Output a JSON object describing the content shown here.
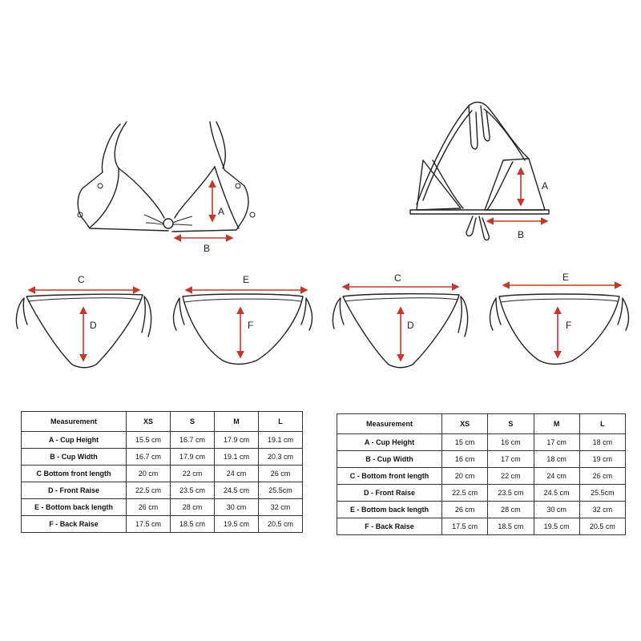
{
  "letters": {
    "A": "A",
    "B": "B",
    "C": "C",
    "D": "D",
    "E": "E",
    "F": "F"
  },
  "left_table": {
    "headers": [
      "Measurement",
      "XS",
      "S",
      "M",
      "L"
    ],
    "rows": [
      {
        "label": "A - Cup Height",
        "values": [
          "15.5 cm",
          "16.7 cm",
          "17.9 cm",
          "19.1 cm"
        ]
      },
      {
        "label": "B - Cup Width",
        "values": [
          "16.7 cm",
          "17.9 cm",
          "19.1 cm",
          "20.3 cm"
        ]
      },
      {
        "label": "C   Bottom front length",
        "values": [
          "20 cm",
          "22 cm",
          "24 cm",
          "26 cm"
        ]
      },
      {
        "label": "D - Front Raise",
        "values": [
          "22.5 cm",
          "23.5 cm",
          "24.5 cm",
          "25.5cm"
        ]
      },
      {
        "label": "E - Bottom back length",
        "values": [
          "26 cm",
          "28 cm",
          "30 cm",
          "32 cm"
        ]
      },
      {
        "label": "F -  Back Raise",
        "values": [
          "17.5 cm",
          "18.5 cm",
          "19.5 cm",
          "20.5 cm"
        ]
      }
    ]
  },
  "right_table": {
    "headers": [
      "Measurement",
      "XS",
      "S",
      "M",
      "L"
    ],
    "rows": [
      {
        "label": "A - Cup Height",
        "values": [
          "15 cm",
          "16 cm",
          "17 cm",
          "18 cm"
        ]
      },
      {
        "label": "B - Cup Width",
        "values": [
          "16 cm",
          "17 cm",
          "18 cm",
          "19 cm"
        ]
      },
      {
        "label": "C - Bottom front length",
        "values": [
          "20 cm",
          "22 cm",
          "24 cm",
          "26 cm"
        ]
      },
      {
        "label": "D - Front Raise",
        "values": [
          "22.5 cm",
          "23.5 cm",
          "24.5 cm",
          "25.5cm"
        ]
      },
      {
        "label": "E - Bottom back length",
        "values": [
          "26 cm",
          "28 cm",
          "30 cm",
          "32 cm"
        ]
      },
      {
        "label": "F -  Back Raise",
        "values": [
          "17.5 cm",
          "18.5 cm",
          "19.5 cm",
          "20.5 cm"
        ]
      }
    ]
  },
  "colors": {
    "measure_line": "#c0392b",
    "outline": "#222222"
  }
}
